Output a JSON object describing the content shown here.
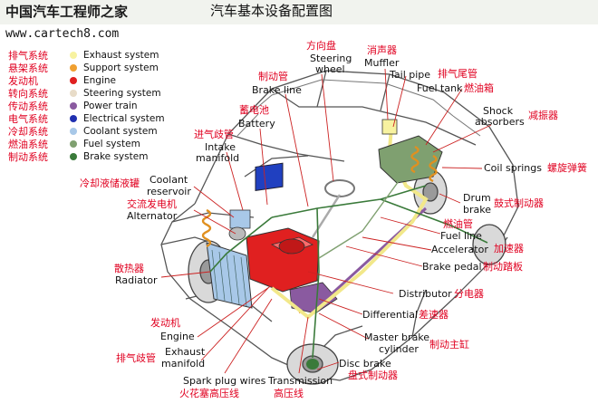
{
  "header": {
    "brand": "中国汽车工程师之家",
    "url": "www.cartech8.com",
    "title": "汽车基本设备配置图"
  },
  "legend": [
    {
      "zh": "排气系统",
      "en": "Exhaust system",
      "color": "#f7f2a0"
    },
    {
      "zh": "悬架系统",
      "en": "Support system",
      "color": "#f0a030"
    },
    {
      "zh": "发动机",
      "en": "Engine",
      "color": "#e02020"
    },
    {
      "zh": "转向系统",
      "en": "Steering system",
      "color": "#e8dcc8"
    },
    {
      "zh": "传动系统",
      "en": "Power train",
      "color": "#8a5aa0"
    },
    {
      "zh": "电气系统",
      "en": "Electrical system",
      "color": "#2030b0"
    },
    {
      "zh": "冷却系统",
      "en": "Coolant system",
      "color": "#a8c8e8"
    },
    {
      "zh": "燃油系统",
      "en": "Fuel system",
      "color": "#7fa070"
    },
    {
      "zh": "制动系统",
      "en": "Brake system",
      "color": "#3a7a3a"
    }
  ],
  "labels": {
    "steering_wheel_zh": "方向盘",
    "steering_wheel_en": "Steering wheel",
    "muffler_zh": "消声器",
    "muffler_en": "Muffler",
    "tail_pipe_en": "Tail pipe",
    "tail_pipe_zh": "排气尾管",
    "brake_line_zh": "制动管",
    "brake_line_en": "Brake line",
    "fuel_tank_en": "Fuel tank",
    "fuel_tank_zh": "燃油箱",
    "battery_zh": "蓄电池",
    "battery_en": "Battery",
    "shock_en": "Shock absorbers",
    "shock_zh": "减振器",
    "intake_zh": "进气歧管",
    "intake_en": "Intake manifold",
    "coil_en": "Coil springs",
    "coil_zh": "螺旋弹簧",
    "coolant_res_zh": "冷却液储液罐",
    "coolant_res_en": "Coolant reservoir",
    "alternator_zh": "交流发电机",
    "alternator_en": "Alternator",
    "drum_en": "Drum brake",
    "drum_zh": "鼓式制动器",
    "fuel_line_zh": "燃油管",
    "fuel_line_en": "Fuel line",
    "accelerator_en": "Accelerator",
    "accelerator_zh": "加速器",
    "radiator_zh": "散热器",
    "radiator_en": "Radiator",
    "brake_pedal_en": "Brake pedal",
    "brake_pedal_zh": "制动踏板",
    "distributor_en": "Distributor",
    "distributor_zh": "分电器",
    "engine_zh": "发动机",
    "engine_en": "Engine",
    "differential_en": "Differential",
    "differential_zh": "差速器",
    "exhaust_manifold_zh": "排气歧管",
    "exhaust_manifold_en": "Exhaust manifold",
    "master_brake_en": "Master brake cylinder",
    "master_brake_zh": "制动主缸",
    "spark_en": "Spark plug wires",
    "spark_zh": "火花塞高压线",
    "transmission_en": "Transmission",
    "transmission_zh": "高压线",
    "disc_en": "Disc brake",
    "disc_zh": "盘式制动器"
  }
}
